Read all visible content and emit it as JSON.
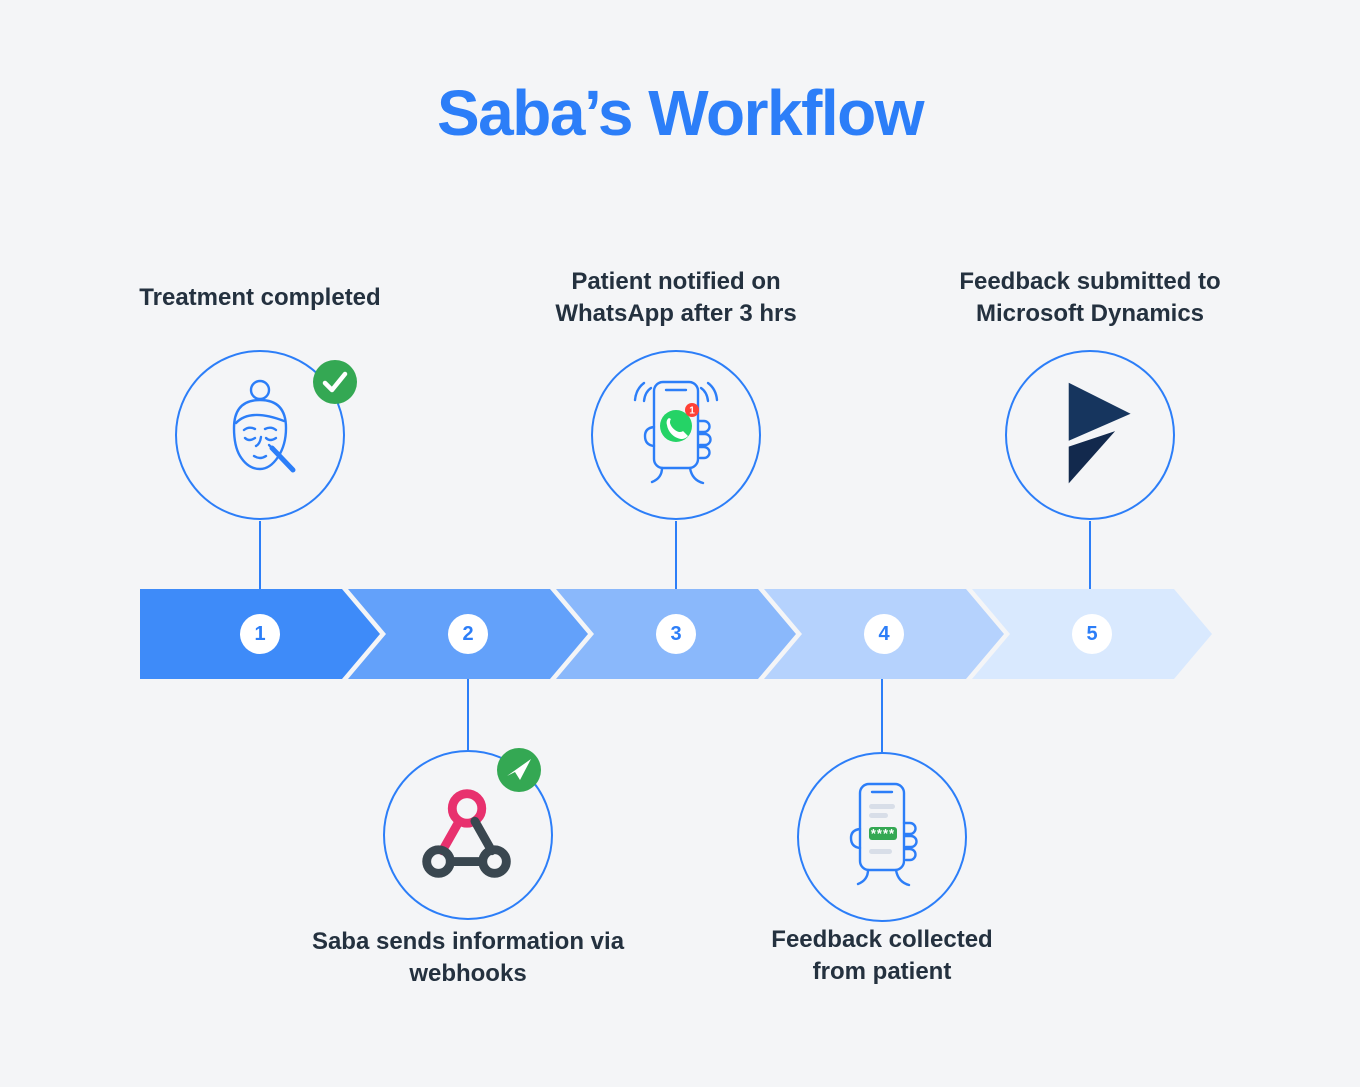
{
  "title": "Saba’s Workflow",
  "steps": [
    {
      "number": "1",
      "label": "Treatment completed",
      "icon": "patient-face-icon",
      "badge_icon": "checkmark-icon",
      "position": "above"
    },
    {
      "number": "2",
      "label": "Saba sends information via webhooks",
      "icon": "webhook-icon",
      "badge_icon": "paper-plane-icon",
      "position": "below"
    },
    {
      "number": "3",
      "label": "Patient notified on WhatsApp after 3 hrs",
      "icon": "whatsapp-phone-icon",
      "badge": "1",
      "position": "above"
    },
    {
      "number": "4",
      "label": "Feedback collected from patient",
      "icon": "feedback-phone-icon",
      "stars": "****",
      "position": "below"
    },
    {
      "number": "5",
      "label": "Feedback submitted to Microsoft Dynamics",
      "icon": "microsoft-dynamics-logo",
      "position": "above"
    }
  ],
  "colors": {
    "bg": "#f4f5f7",
    "accent": "#2c7ef8",
    "text": "#24313f",
    "green": "#34a853",
    "whatsapp-green": "#25d366",
    "notification-red": "#ff4136",
    "webhook-pink": "#e8316e",
    "webhook-dark": "#3a4750",
    "dynamics-navy": "#16355e",
    "dynamics-navy-dark": "#12294d",
    "seg1": "#3e8bf9",
    "seg2": "#63a1fa",
    "seg3": "#8ab8fb",
    "seg4": "#b5d2fd",
    "seg5": "#d9e9fe"
  }
}
